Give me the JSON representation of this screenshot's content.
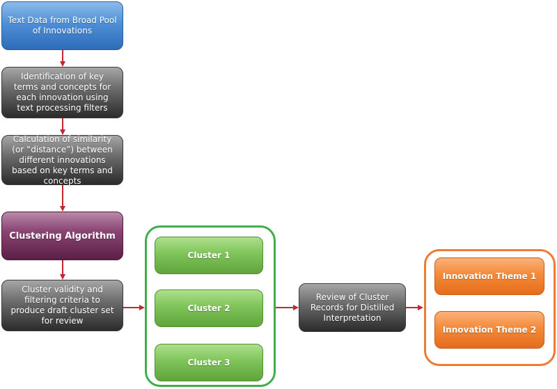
{
  "colors": {
    "arrow": "#c0282d",
    "cluster_group_border": "#3fae4a",
    "theme_group_border": "#ed7b31"
  },
  "steps": {
    "source": "Text Data from Broad Pool of Innovations",
    "key_terms": "Identification of key terms and concepts for each innovation using text processing filters",
    "similarity": "Calculation of similarity (or “distance”) between different innovations based on key terms and concepts",
    "algorithm": "Clustering Algorithm",
    "validity": "Cluster validity and filtering criteria to produce draft cluster set for review",
    "review": "Review of Cluster Records for Distilled Interpretation"
  },
  "clusters": [
    "Cluster 1",
    "Cluster 2",
    "Cluster 3"
  ],
  "themes": [
    "Innovation Theme 1",
    "Innovation Theme 2"
  ]
}
